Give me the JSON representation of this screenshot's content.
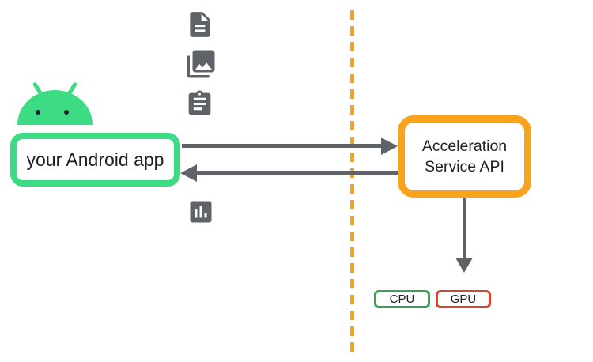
{
  "app_box": {
    "label": "your Android app",
    "border_color": "#3DDC84"
  },
  "api_box": {
    "lines": [
      "Acceleration",
      "Service API"
    ],
    "border_color": "#F9A21B"
  },
  "cpu_chip": {
    "label": "CPU",
    "border_color": "#2EA84F"
  },
  "gpu_chip": {
    "label": "GPU",
    "border_color": "#D8442B"
  },
  "icons": [
    {
      "name": "document-icon"
    },
    {
      "name": "photo-library-icon"
    },
    {
      "name": "clipboard-icon"
    },
    {
      "name": "bar-chart-icon"
    }
  ],
  "arrows": [
    {
      "name": "app-to-api-arrow",
      "direction": "right"
    },
    {
      "name": "api-to-app-arrow",
      "direction": "left"
    },
    {
      "name": "api-to-hardware-arrow",
      "direction": "down"
    }
  ],
  "divider": {
    "style": "dashed",
    "color": "#F9A21B"
  },
  "colors": {
    "android_green": "#3DDC84",
    "orange": "#F9A21B",
    "icon_gray": "#5F6368",
    "text": "#202124"
  }
}
